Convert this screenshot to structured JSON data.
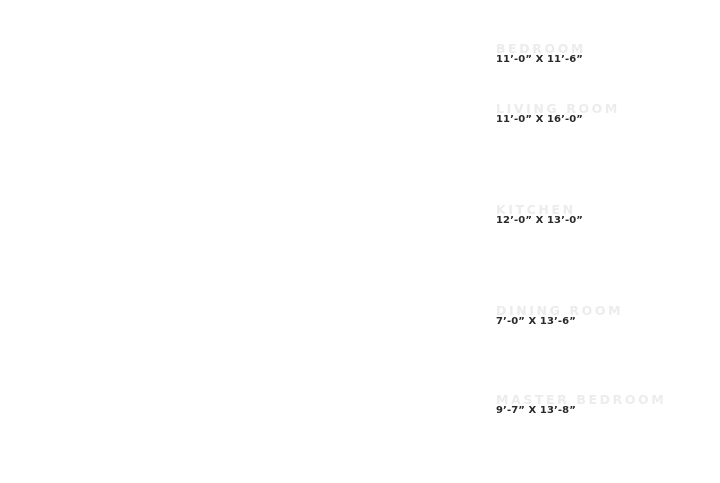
{
  "rooms": [
    {
      "name": "BEDROOM",
      "dimensions": "11’-0” X 11’-6”"
    },
    {
      "name": "LIVING ROOM",
      "dimensions": "11’-0” X 16’-0”"
    },
    {
      "name": "KITCHEN",
      "dimensions": "12’-0” X 13’-0”"
    },
    {
      "name": "DINING ROOM",
      "dimensions": "7’-0” X 13’-6”"
    },
    {
      "name": "MASTER BEDROOM",
      "dimensions": "9’-7” X 13’-8”"
    }
  ],
  "colors": {
    "background": "#ffffff",
    "room_name": "#ececec",
    "dimensions": "#2a2a2a"
  }
}
